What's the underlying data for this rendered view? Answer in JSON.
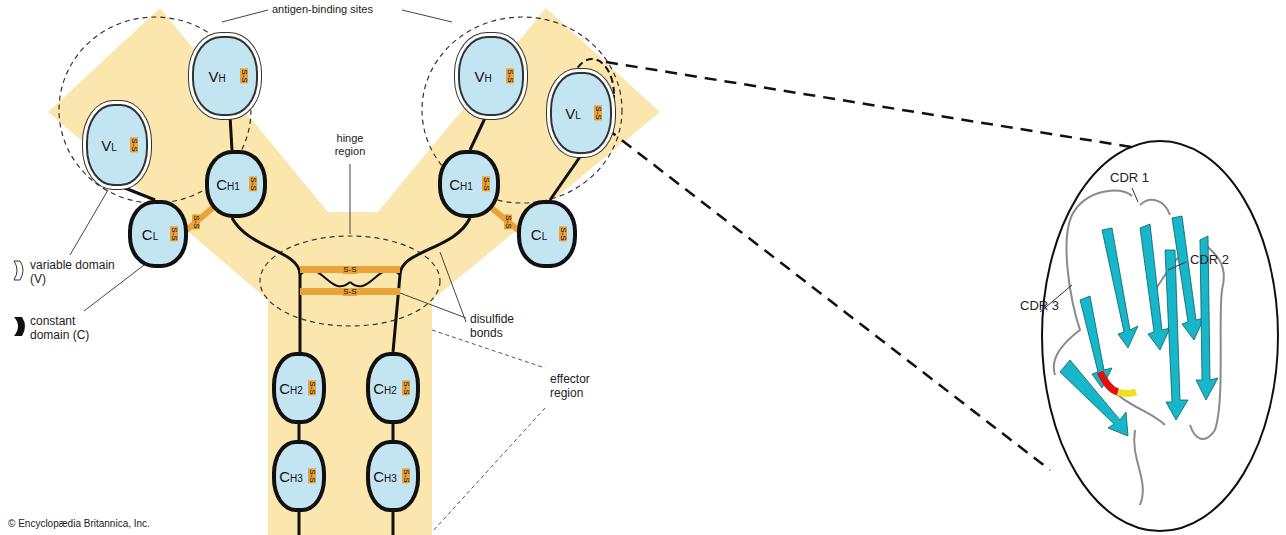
{
  "diagram": {
    "nodes": [
      {
        "text": [
          "VH"
        ]
      },
      {
        "text": [
          "VH"
        ]
      },
      {
        "text": [
          "VL"
        ]
      },
      {
        "text": [
          "VL"
        ]
      },
      {
        "text": [
          "CH1"
        ]
      },
      {
        "text": [
          "CH1"
        ]
      },
      {
        "text": [
          "CL"
        ]
      },
      {
        "text": [
          "CL"
        ]
      },
      {
        "text": [
          "CH2"
        ]
      },
      {
        "text": [
          "CH2"
        ]
      },
      {
        "text": [
          "CH3"
        ]
      },
      {
        "text": [
          "CH3"
        ]
      }
    ],
    "labels": [
      "antigen-binding sites",
      "hinge region",
      "variable domain (V)",
      "constant domain (C)",
      "disulfide bonds",
      "effector region",
      "© Encyclopædia Britannica, Inc.",
      "CDR 1",
      "CDR 2",
      "CDR 3",
      "S-S",
      "S-S",
      "S-S",
      "S-S",
      "S-S",
      "S-S",
      "S-S",
      "S-S",
      "S-S",
      "S-S",
      "S-S",
      "S-S",
      "S-S",
      "S-S",
      "S-S",
      "S-S"
    ]
  }
}
